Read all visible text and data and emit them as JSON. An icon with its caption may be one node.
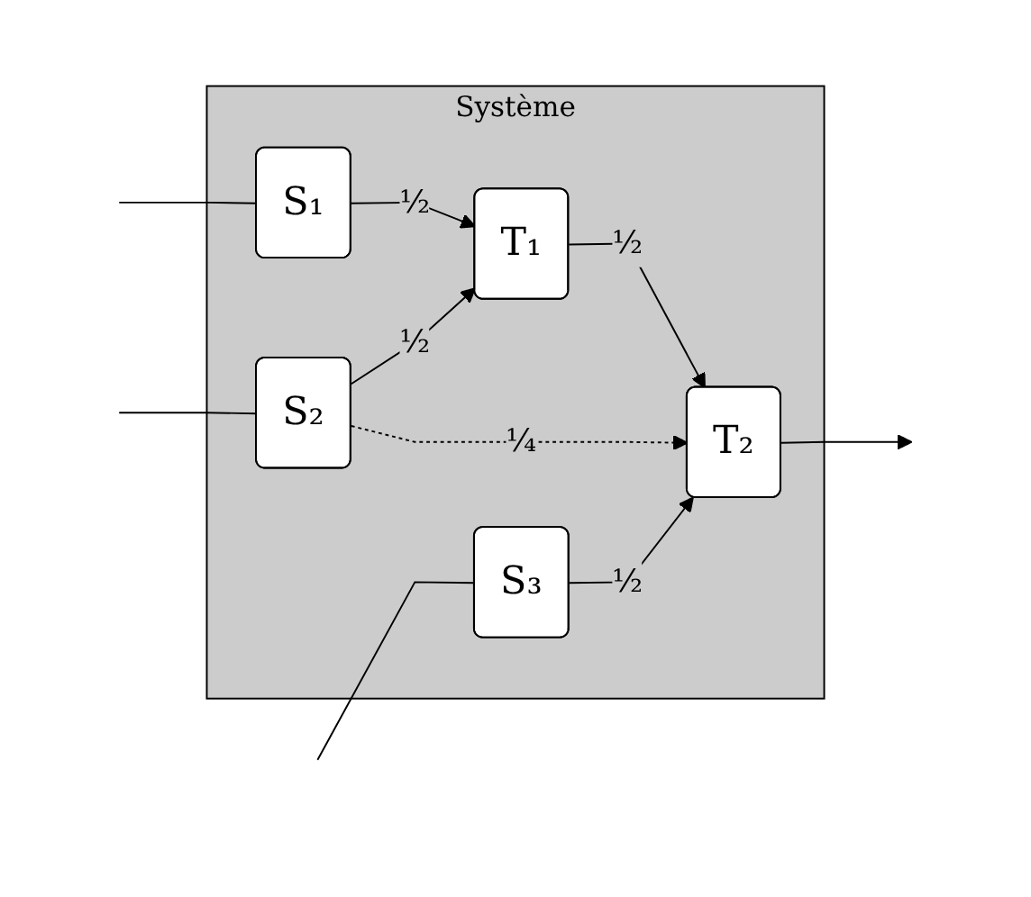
{
  "diagram": {
    "nodes": [
      {
        "text": [
          "Système"
        ]
      },
      {
        "text": [
          "S₁"
        ],
        "in": 0
      },
      {
        "text": [
          "S₂"
        ],
        "in": 0
      },
      {
        "text": [
          "S₃"
        ],
        "in": 0
      },
      {
        "text": [
          "T₁"
        ],
        "in": 0
      },
      {
        "text": [
          "T₂"
        ],
        "in": 0
      }
    ],
    "edges": [
      {
        "from": null,
        "to": 1,
        "arrow": "none"
      },
      {
        "from": null,
        "to": 2,
        "arrow": "none"
      },
      {
        "from": null,
        "to": 3,
        "arrow": "none"
      },
      {
        "from": 1,
        "to": 4,
        "arrow": "to",
        "label": "½"
      },
      {
        "from": 2,
        "to": 4,
        "arrow": "to",
        "label": "½"
      },
      {
        "from": 2,
        "to": 5,
        "arrow": "to",
        "label": "¼",
        "style": "dashed"
      },
      {
        "from": 4,
        "to": 5,
        "arrow": "to",
        "label": "½"
      },
      {
        "from": 3,
        "to": 5,
        "arrow": "to",
        "label": "½"
      },
      {
        "from": 5,
        "to": null,
        "arrow": "to"
      }
    ]
  }
}
